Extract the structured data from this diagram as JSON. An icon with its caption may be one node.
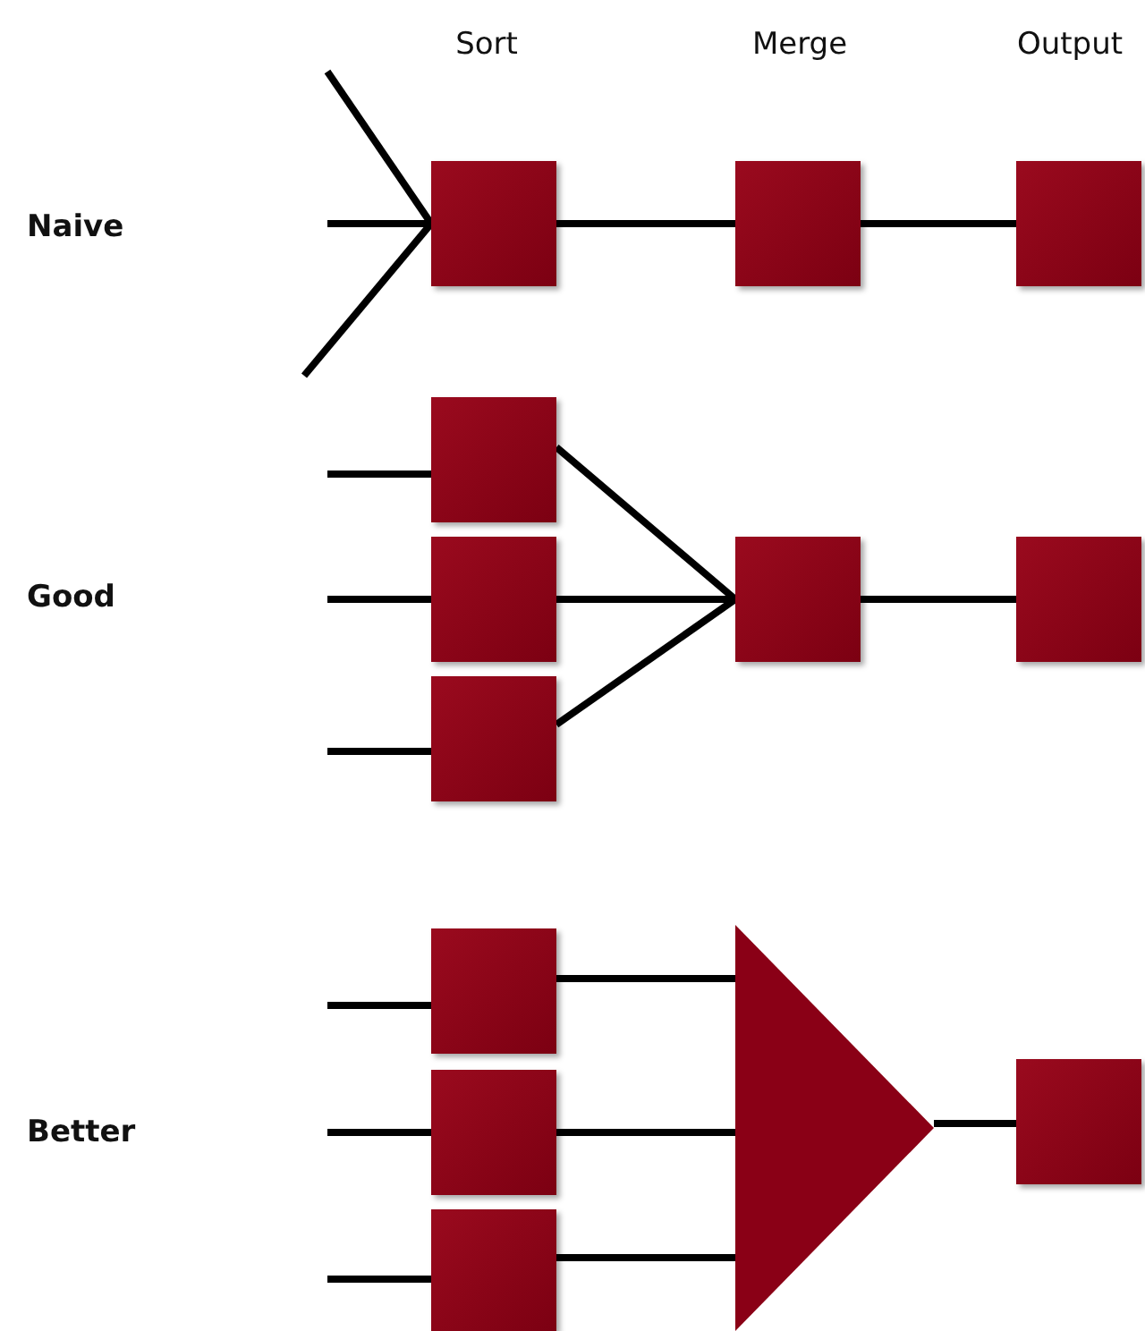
{
  "diagram": {
    "nodes": [
      {
        "text": [],
        "shape": "box"
      },
      {
        "text": [],
        "shape": "box"
      },
      {
        "text": [],
        "shape": "box"
      },
      {
        "text": [],
        "shape": "box"
      },
      {
        "text": [],
        "shape": "box"
      },
      {
        "text": [],
        "shape": "box"
      },
      {
        "text": [],
        "shape": "box"
      },
      {
        "text": [],
        "shape": "box"
      },
      {
        "text": [],
        "shape": "box"
      },
      {
        "text": [],
        "shape": "box"
      },
      {
        "text": [],
        "shape": "box"
      },
      {
        "text": [],
        "shape": "triangle"
      },
      {
        "text": [],
        "shape": "box"
      }
    ],
    "edges": [
      {
        "from": null,
        "to": 0,
        "arrow": "none"
      },
      {
        "from": null,
        "to": 0,
        "arrow": "none"
      },
      {
        "from": null,
        "to": 0,
        "arrow": "none"
      },
      {
        "from": 0,
        "to": 1,
        "arrow": "none"
      },
      {
        "from": 1,
        "to": 2,
        "arrow": "none"
      },
      {
        "from": null,
        "to": 3,
        "arrow": "none"
      },
      {
        "from": null,
        "to": 4,
        "arrow": "none"
      },
      {
        "from": null,
        "to": 5,
        "arrow": "none"
      },
      {
        "from": 3,
        "to": 6,
        "arrow": "none"
      },
      {
        "from": 4,
        "to": 6,
        "arrow": "none"
      },
      {
        "from": 5,
        "to": 6,
        "arrow": "none"
      },
      {
        "from": 6,
        "to": 7,
        "arrow": "none"
      },
      {
        "from": null,
        "to": 8,
        "arrow": "none"
      },
      {
        "from": null,
        "to": 9,
        "arrow": "none"
      },
      {
        "from": null,
        "to": 10,
        "arrow": "none"
      },
      {
        "from": 8,
        "to": 11,
        "arrow": "none"
      },
      {
        "from": 9,
        "to": 11,
        "arrow": "none"
      },
      {
        "from": 10,
        "to": 11,
        "arrow": "none"
      },
      {
        "from": 11,
        "to": 12,
        "arrow": "none"
      }
    ],
    "labels": [
      "Sort",
      "Merge",
      "Output",
      "Naive",
      "Good",
      "Better"
    ]
  }
}
